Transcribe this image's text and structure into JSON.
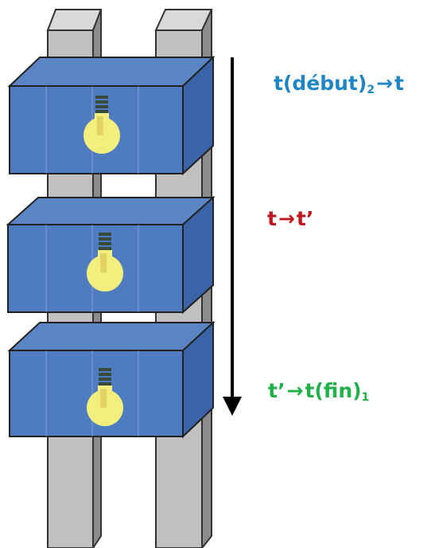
{
  "labels": [
    {
      "pre": "t(début)",
      "sub": "2",
      "arrow": "→",
      "post": "t",
      "color": "#1f86c6"
    },
    {
      "pre": "t",
      "sub": "",
      "arrow": "→",
      "post": "t’",
      "color": "#c0161d"
    },
    {
      "pre": "t’",
      "sub": "",
      "arrow": "→",
      "post": "t(fin)",
      "post_sub": "1",
      "color": "#22b04a"
    }
  ],
  "colors": {
    "box_front": "#4f7bc1",
    "box_top": "#5b84c4",
    "box_side": "#3a63a8",
    "pillar_front": "#c0c0c0",
    "pillar_side": "#8c8c8c",
    "bulb": "#f3ef7e",
    "arrow": "#000000"
  }
}
